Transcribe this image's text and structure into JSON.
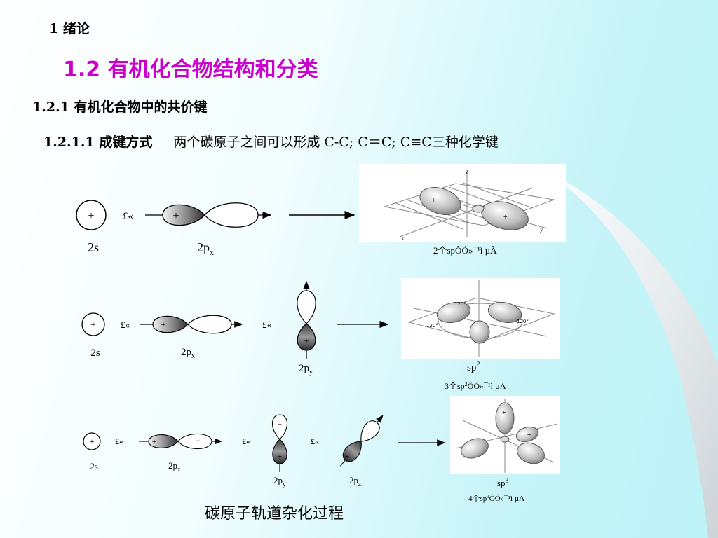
{
  "heading": {
    "chapter": "1   绪论",
    "section": "1.2  有机化合物结构和分类",
    "subsection": "1.2.1  有机化合物中的共价键",
    "subsub_label": "1.2.1.1 成键方式",
    "subsub_text": "两个碳原子之间可以形成 C-C; C＝C; C≡C三种化学键"
  },
  "row_sp": {
    "s_label": "2s",
    "px_label": "2p",
    "px_sub": "x",
    "plus_marker": "£«",
    "result_caption": "2个spÔÓ»¯¹ì µÀ"
  },
  "row_sp2": {
    "s_label": "2s",
    "px_label": "2p",
    "px_sub": "x",
    "py_label": "2p",
    "py_sub": "y",
    "plus_marker": "£«",
    "result_label": "sp",
    "result_sup": "2",
    "result_caption_pre": "3个sp",
    "result_caption_sup": "2",
    "result_caption_post": "ÔÓ»¯¹ì µÀ",
    "angle_label": "120°"
  },
  "row_sp3": {
    "s_label": "2s",
    "px_label": "2p",
    "px_sub": "x",
    "py_label": "2p",
    "py_sub": "y",
    "pz_label": "2p",
    "pz_sub": "z",
    "plus_marker": "£«",
    "result_label": "sp",
    "result_sup": "3",
    "result_caption_pre": "4个sp",
    "result_caption_sup": "3",
    "result_caption_post": "ÔÓ»¯¹ì µÀ"
  },
  "orbital_signs": {
    "plus": "+",
    "minus": "−"
  },
  "axis_labels": {
    "z": "z",
    "x": "x",
    "y": "y"
  },
  "caption": "碳原子轨道杂化过程",
  "colors": {
    "section_title": "#cc00cc",
    "background_accent": "#c6f4f8"
  }
}
